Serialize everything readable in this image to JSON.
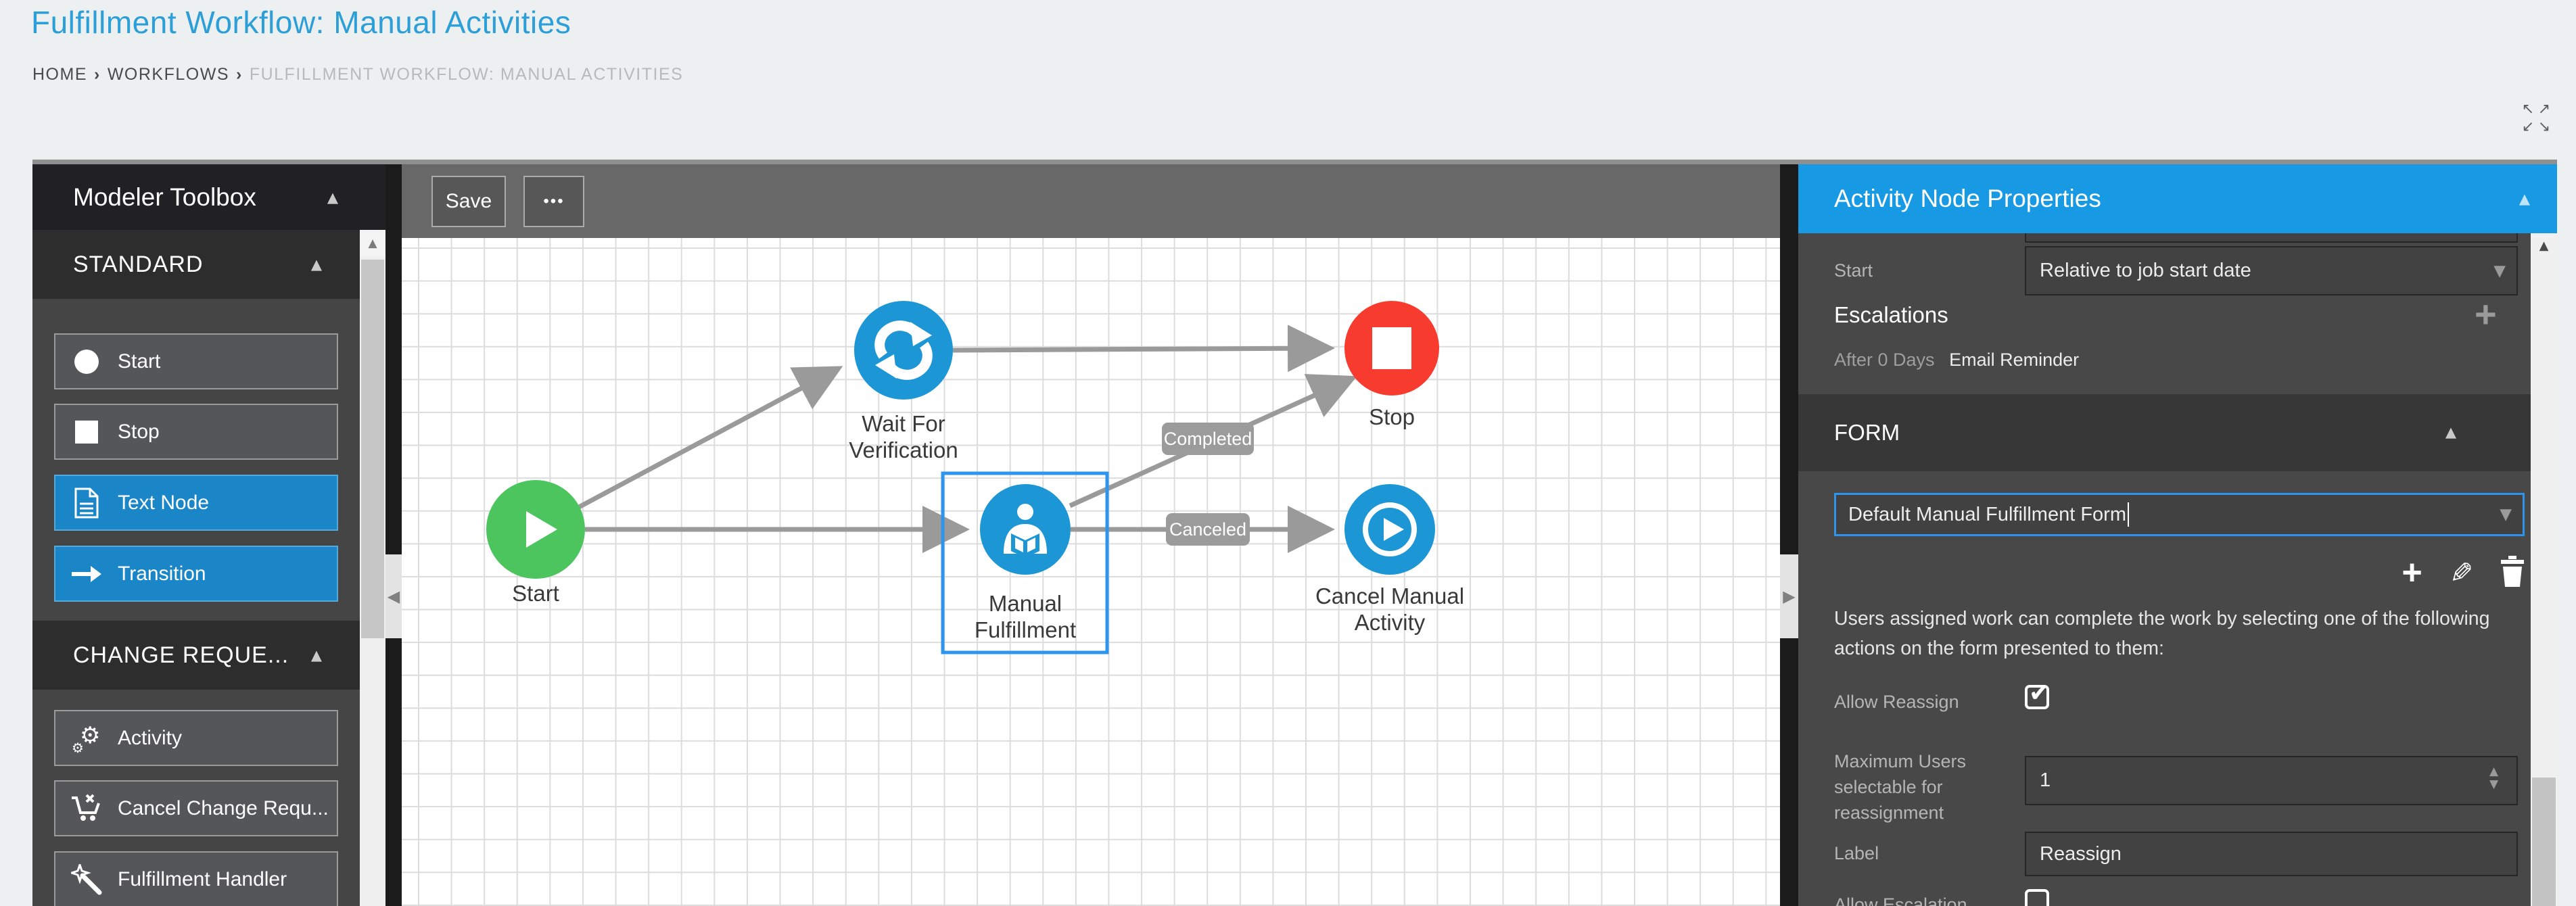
{
  "page": {
    "title": "Fulfillment Workflow: Manual Activities",
    "breadcrumb": [
      "HOME",
      "WORKFLOWS",
      "FULFILLMENT WORKFLOW: MANUAL ACTIVITIES"
    ]
  },
  "icons": {
    "breadcrumb_sep": "›",
    "collapse_up": "▲",
    "dropdown": "▼",
    "check": "✔",
    "spinner_up": "▲",
    "spinner_down": "▼",
    "panel_collapse_left": "◀",
    "panel_collapse_right": "▶",
    "scroll_up": "▲",
    "plus": "+",
    "edit": "✎",
    "expand_arrows": [
      "↖",
      "↗",
      "↙",
      "↘"
    ]
  },
  "colors": {
    "accent_blue": "#179ae3",
    "node_blue": "#1d96d6",
    "node_green": "#4cc55e",
    "node_red": "#f73b2f",
    "selection_blue": "#2e95ef",
    "connector_gray": "#9a9a9a"
  },
  "toolbox": {
    "title": "Modeler Toolbox",
    "sections": [
      {
        "label": "STANDARD",
        "items": [
          {
            "label": "Start",
            "icon": "circle-icon",
            "selected": false
          },
          {
            "label": "Stop",
            "icon": "square-icon",
            "selected": false
          },
          {
            "label": "Text Node",
            "icon": "document-icon",
            "selected": true
          },
          {
            "label": "Transition",
            "icon": "arrow-icon",
            "selected": true
          }
        ]
      },
      {
        "label": "CHANGE REQUE...",
        "items": [
          {
            "label": "Activity",
            "icon": "gears-icon",
            "selected": false
          },
          {
            "label": "Cancel Change Requ...",
            "icon": "cart-x-icon",
            "selected": false
          },
          {
            "label": "Fulfillment Handler",
            "icon": "wand-icon",
            "selected": false
          }
        ]
      }
    ]
  },
  "toolbar": {
    "save_label": "Save",
    "more_label": "•••"
  },
  "diagram": {
    "nodes": [
      {
        "name": "Start",
        "type": "start",
        "label_lines": [
          "Start"
        ],
        "selected": false
      },
      {
        "name": "Wait For Verification",
        "type": "wait",
        "label_lines": [
          "Wait For",
          "Verification"
        ],
        "selected": false
      },
      {
        "name": "Manual Fulfillment",
        "type": "manual-activity",
        "label_lines": [
          "Manual",
          "Fulfillment"
        ],
        "selected": true
      },
      {
        "name": "Stop",
        "type": "stop",
        "label_lines": [
          "Stop"
        ],
        "selected": false
      },
      {
        "name": "Cancel Manual Activity",
        "type": "cancel-activity",
        "label_lines": [
          "Cancel Manual",
          "Activity"
        ],
        "selected": false
      }
    ],
    "transitions": [
      {
        "label": "Completed"
      },
      {
        "label": "Canceled"
      }
    ]
  },
  "properties": {
    "title": "Activity Node Properties",
    "start_field": {
      "label": "Start",
      "value": "Relative to job start date"
    },
    "escalations": {
      "label": "Escalations",
      "entries": [
        {
          "timing": "After 0 Days",
          "action": "Email Reminder"
        }
      ]
    },
    "form": {
      "heading": "FORM",
      "selected_form": "Default Manual Fulfillment Form",
      "description": "Users assigned work can complete the work by selecting one of the following actions on the form presented to them:"
    },
    "allow_reassign": {
      "label": "Allow Reassign",
      "checked": true
    },
    "max_users": {
      "label": "Maximum Users selectable for reassignment",
      "value": "1"
    },
    "reassign_label": {
      "label": "Label",
      "value": "Reassign"
    },
    "allow_escalation": {
      "label": "Allow Escalation",
      "checked": false
    }
  }
}
